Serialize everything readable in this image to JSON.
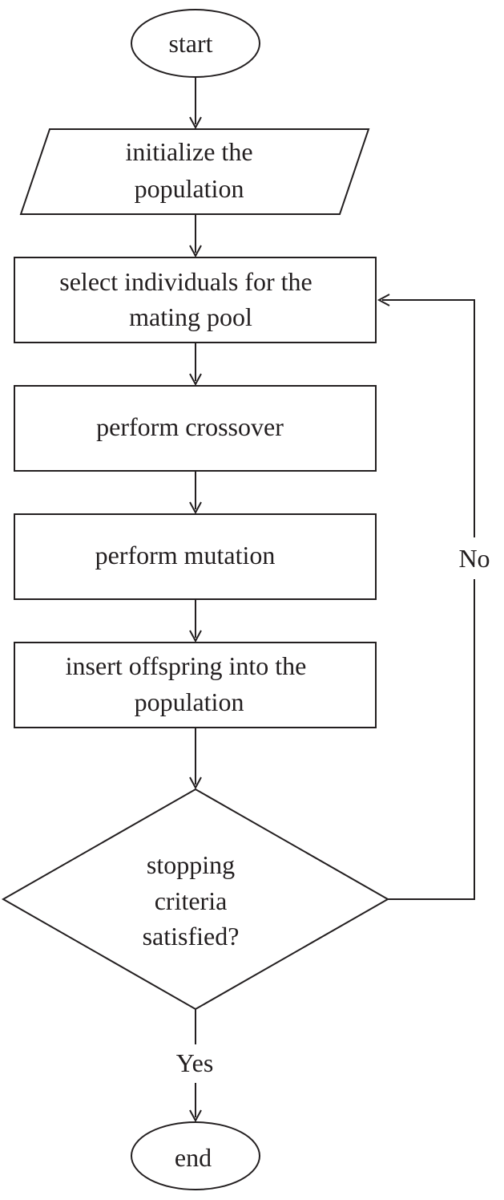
{
  "diagram": {
    "nodes": [
      {
        "id": "start",
        "shape": "terminator",
        "lines": [
          "start"
        ]
      },
      {
        "id": "init",
        "shape": "parallelogram",
        "lines": [
          "initialize the",
          "population"
        ]
      },
      {
        "id": "select",
        "shape": "process",
        "lines": [
          "select individuals for the",
          "mating pool"
        ]
      },
      {
        "id": "crossover",
        "shape": "process",
        "lines": [
          "perform crossover"
        ]
      },
      {
        "id": "mutation",
        "shape": "process",
        "lines": [
          "perform mutation"
        ]
      },
      {
        "id": "insert",
        "shape": "process",
        "lines": [
          "insert offspring into the",
          "population"
        ]
      },
      {
        "id": "decision",
        "shape": "decision",
        "lines": [
          "stopping",
          "criteria",
          "satisfied?"
        ]
      },
      {
        "id": "end",
        "shape": "terminator",
        "lines": [
          "end"
        ]
      }
    ],
    "edges": [
      {
        "from": "start",
        "to": "init",
        "label": ""
      },
      {
        "from": "init",
        "to": "select",
        "label": ""
      },
      {
        "from": "select",
        "to": "crossover",
        "label": ""
      },
      {
        "from": "crossover",
        "to": "mutation",
        "label": ""
      },
      {
        "from": "mutation",
        "to": "insert",
        "label": ""
      },
      {
        "from": "insert",
        "to": "decision",
        "label": ""
      },
      {
        "from": "decision",
        "to": "end",
        "label": "Yes"
      },
      {
        "from": "decision",
        "to": "select",
        "label": "No"
      }
    ]
  }
}
